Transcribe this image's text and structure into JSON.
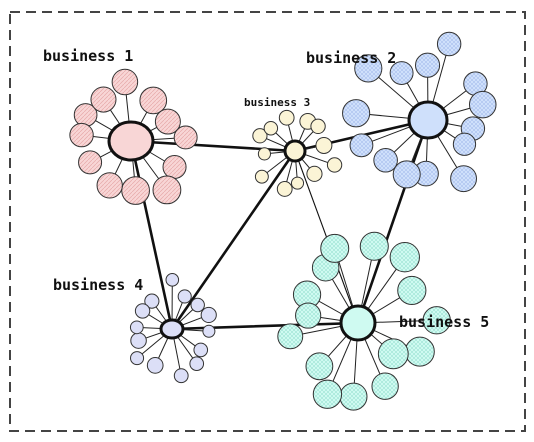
{
  "diagram": {
    "clusters": [
      {
        "id": "b1",
        "label": "business 1",
        "color": "#f8d6d6",
        "hatch": "diag",
        "satellites": 12
      },
      {
        "id": "b2",
        "label": "business 2",
        "color": "#cfe0fb",
        "hatch": "cross",
        "satellites": 14
      },
      {
        "id": "b3",
        "label": "business 3",
        "color": "#fbf4d6",
        "hatch": "none",
        "satellites": 12
      },
      {
        "id": "b4",
        "label": "business 4",
        "color": "#dcdff7",
        "hatch": "none",
        "satellites": 14
      },
      {
        "id": "b5",
        "label": "business 5",
        "color": "#cffaf1",
        "hatch": "cross",
        "satellites": 15
      }
    ],
    "links": [
      {
        "from": "b1",
        "to": "b3",
        "strength": "strong"
      },
      {
        "from": "b3",
        "to": "b2",
        "strength": "strong"
      },
      {
        "from": "b1",
        "to": "b4",
        "strength": "strong"
      },
      {
        "from": "b4",
        "to": "b3",
        "strength": "strong"
      },
      {
        "from": "b4",
        "to": "b5",
        "strength": "strong"
      },
      {
        "from": "b5",
        "to": "b2",
        "strength": "strong"
      },
      {
        "from": "b3",
        "to": "b5",
        "strength": "weak"
      }
    ],
    "border": {
      "style": "dashed",
      "color": "#444444"
    }
  }
}
